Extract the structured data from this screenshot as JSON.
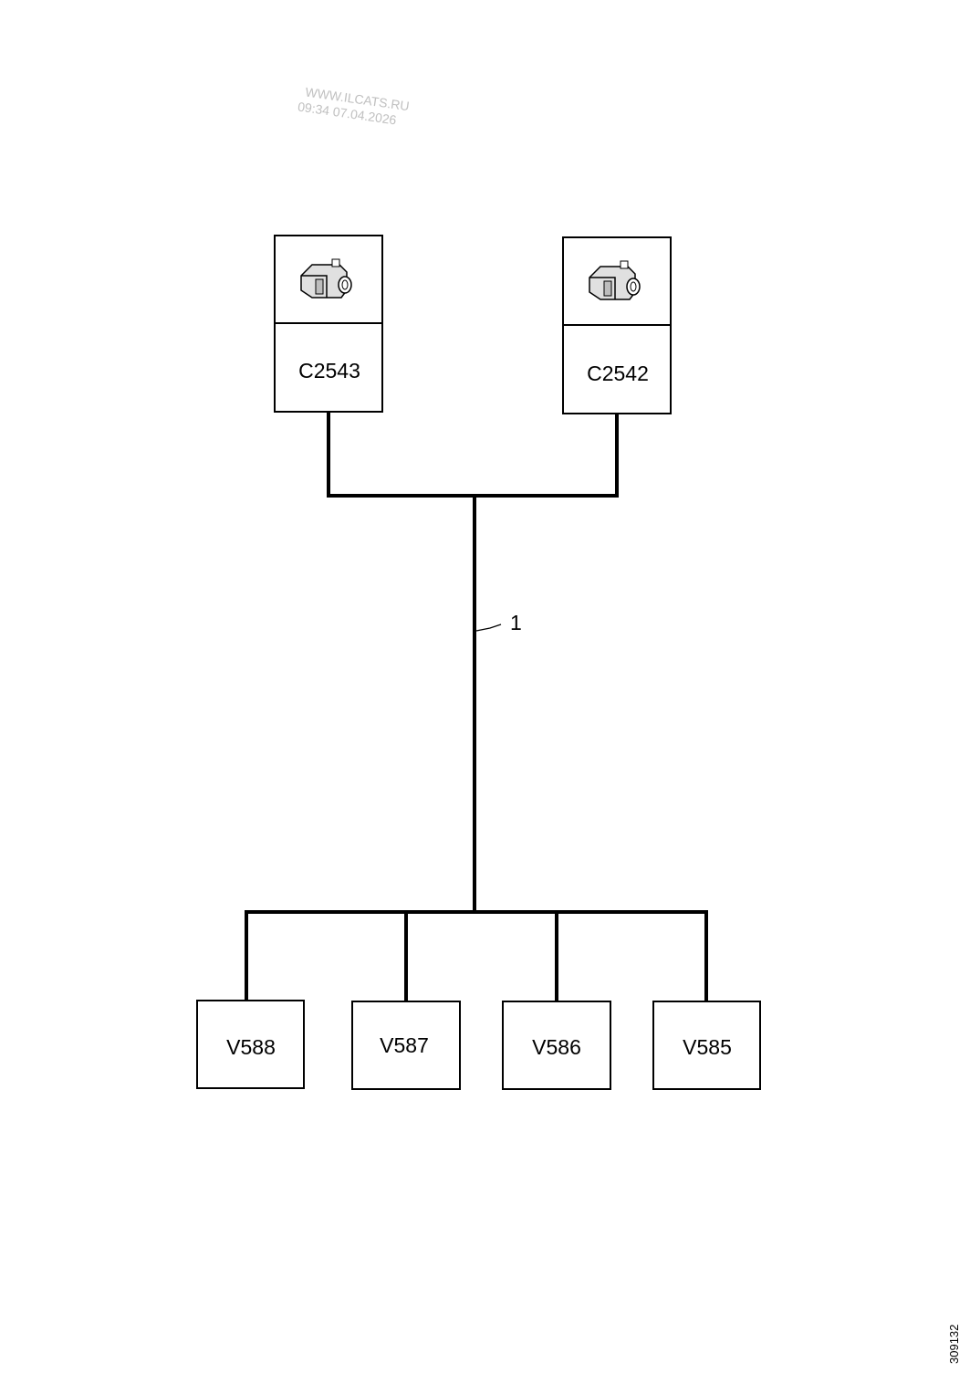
{
  "watermark": {
    "line1": "WWW.ILCATS.RU",
    "line2": "09:34 07.04.2026"
  },
  "connectors": [
    {
      "id": "C2543",
      "icon": "connector-plug-icon"
    },
    {
      "id": "C2542",
      "icon": "connector-plug-icon"
    }
  ],
  "harness_label": "1",
  "components": [
    {
      "id": "V588"
    },
    {
      "id": "V587"
    },
    {
      "id": "V586"
    },
    {
      "id": "V585"
    }
  ],
  "document_number": "309132"
}
